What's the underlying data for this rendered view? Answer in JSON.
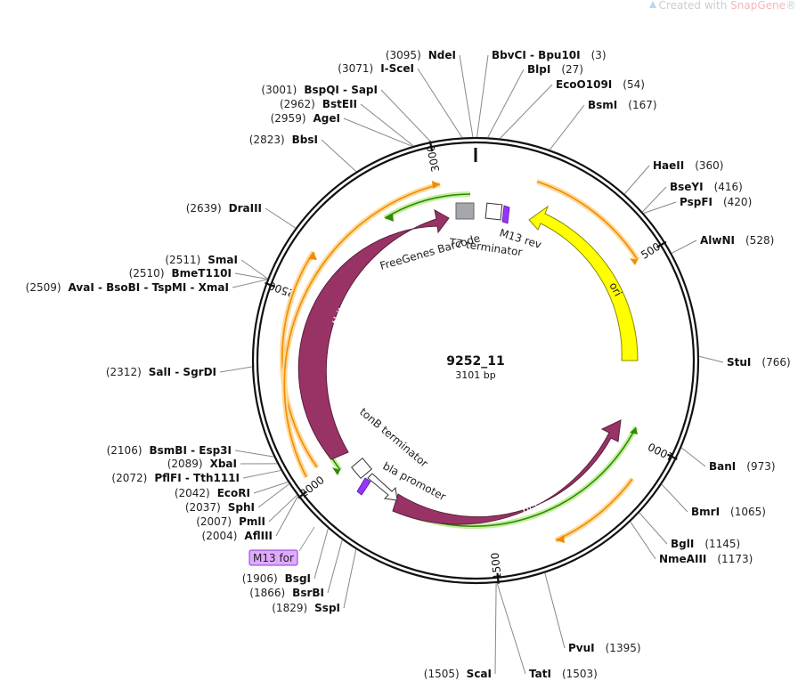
{
  "watermark": {
    "prefix": "Created with ",
    "brand": "SnapGene",
    "mark": "®"
  },
  "plasmid": {
    "name": "9252_11",
    "length_label": "3101 bp",
    "length": 3101
  },
  "ticks": [
    {
      "pos": 500,
      "label": "500"
    },
    {
      "pos": 1000,
      "label": "1000"
    },
    {
      "pos": 1500,
      "label": "1500"
    },
    {
      "pos": 2000,
      "label": "2000"
    },
    {
      "pos": 2500,
      "label": "2500"
    },
    {
      "pos": 3000,
      "label": "3000"
    }
  ],
  "sites": [
    {
      "id": "ndei",
      "pos": 3095,
      "pos_label": "(3095)",
      "names": "NdeI"
    },
    {
      "id": "bbvci",
      "pos": 3,
      "pos_label": "(3)",
      "names": "BbvCI  -  Bpu10I"
    },
    {
      "id": "blpi",
      "pos": 27,
      "pos_label": "(27)",
      "names": "BlpI"
    },
    {
      "id": "eco0109i",
      "pos": 54,
      "pos_label": "(54)",
      "names": "EcoO109I"
    },
    {
      "id": "bsmi",
      "pos": 167,
      "pos_label": "(167)",
      "names": "BsmI"
    },
    {
      "id": "haeii",
      "pos": 360,
      "pos_label": "(360)",
      "names": "HaeII"
    },
    {
      "id": "bseyi",
      "pos": 416,
      "pos_label": "(416)",
      "names": "BseYI"
    },
    {
      "id": "pspfi",
      "pos": 420,
      "pos_label": "(420)",
      "names": "PspFI"
    },
    {
      "id": "alwni",
      "pos": 528,
      "pos_label": "(528)",
      "names": "AlwNI"
    },
    {
      "id": "stui",
      "pos": 766,
      "pos_label": "(766)",
      "names": "StuI"
    },
    {
      "id": "bani",
      "pos": 973,
      "pos_label": "(973)",
      "names": "BanI"
    },
    {
      "id": "bmri",
      "pos": 1065,
      "pos_label": "(1065)",
      "names": "BmrI"
    },
    {
      "id": "bgli",
      "pos": 1145,
      "pos_label": "(1145)",
      "names": "BglI"
    },
    {
      "id": "nmeaiii",
      "pos": 1173,
      "pos_label": "(1173)",
      "names": "NmeAIII"
    },
    {
      "id": "pvui",
      "pos": 1395,
      "pos_label": "(1395)",
      "names": "PvuI"
    },
    {
      "id": "tati",
      "pos": 1503,
      "pos_label": "(1503)",
      "names": "TatI"
    },
    {
      "id": "scai",
      "pos": 1505,
      "pos_label": "(1505)",
      "names": "ScaI"
    },
    {
      "id": "sspi",
      "pos": 1829,
      "pos_label": "(1829)",
      "names": "SspI"
    },
    {
      "id": "bsrbi",
      "pos": 1866,
      "pos_label": "(1866)",
      "names": "BsrBI"
    },
    {
      "id": "bsgi",
      "pos": 1906,
      "pos_label": "(1906)",
      "names": "BsgI"
    },
    {
      "id": "afliii",
      "pos": 2004,
      "pos_label": "(2004)",
      "names": "AflIII"
    },
    {
      "id": "pmli",
      "pos": 2007,
      "pos_label": "(2007)",
      "names": "PmlI"
    },
    {
      "id": "sphi",
      "pos": 2037,
      "pos_label": "(2037)",
      "names": "SphI"
    },
    {
      "id": "ecori",
      "pos": 2042,
      "pos_label": "(2042)",
      "names": "EcoRI"
    },
    {
      "id": "pflfi",
      "pos": 2072,
      "pos_label": "(2072)",
      "names": "PflFI  -  Tth111I"
    },
    {
      "id": "xbai",
      "pos": 2089,
      "pos_label": "(2089)",
      "names": "XbaI"
    },
    {
      "id": "bsmbi",
      "pos": 2106,
      "pos_label": "(2106)",
      "names": "BsmBI  -  Esp3I"
    },
    {
      "id": "sali",
      "pos": 2312,
      "pos_label": "(2312)",
      "names": "SalI  -  SgrDI"
    },
    {
      "id": "avai",
      "pos": 2509,
      "pos_label": "(2509)",
      "names": "AvaI  -  BsoBI  -  TspMI  -  XmaI"
    },
    {
      "id": "bmet110i",
      "pos": 2510,
      "pos_label": "(2510)",
      "names": "BmeT110I"
    },
    {
      "id": "smai",
      "pos": 2511,
      "pos_label": "(2511)",
      "names": "SmaI"
    },
    {
      "id": "draiii",
      "pos": 2639,
      "pos_label": "(2639)",
      "names": "DraIII"
    },
    {
      "id": "bbsi",
      "pos": 2823,
      "pos_label": "(2823)",
      "names": "BbsI"
    },
    {
      "id": "agei",
      "pos": 2959,
      "pos_label": "(2959)",
      "names": "AgeI"
    },
    {
      "id": "bsteii",
      "pos": 2962,
      "pos_label": "(2962)",
      "names": "BstEII"
    },
    {
      "id": "bspqi",
      "pos": 3001,
      "pos_label": "(3001)",
      "names": "BspQI  -  SapI"
    },
    {
      "id": "i-scei",
      "pos": 3071,
      "pos_label": "(3071)",
      "names": "I-SceI"
    }
  ],
  "features": [
    {
      "id": "ori",
      "label": "ori",
      "color": "#ffff00",
      "stroke": "#8a8a00",
      "text_color": "#6b6b00"
    },
    {
      "id": "bla",
      "label": "bla",
      "color": "#993366",
      "stroke": "#5a1e3c",
      "text_color": "#ffffff"
    },
    {
      "id": "thil",
      "label": "thiL",
      "color": "#993366",
      "stroke": "#5a1e3c",
      "text_color": "#ffffff"
    },
    {
      "id": "freegenes",
      "label": "FreeGenes Barcode",
      "color": "#a5a7ad"
    },
    {
      "id": "t7term",
      "label": "T7 terminator",
      "color": "#ffffff"
    },
    {
      "id": "m13rev",
      "label": "M13 rev",
      "color": "#9933ff"
    },
    {
      "id": "tonb",
      "label": "tonB terminator",
      "color": "#ffffff"
    },
    {
      "id": "blaprom",
      "label": "bla promoter",
      "color": "#ffffff"
    },
    {
      "id": "m13for",
      "label": "M13 for",
      "color": "#e0aaff"
    }
  ],
  "colors": {
    "orf_orange": "#f08c00",
    "orf_orange_glow": "#ffd99a",
    "orf_green": "#2f8a00",
    "orf_green_glow": "#c6eea4",
    "backbone": "#111111"
  }
}
